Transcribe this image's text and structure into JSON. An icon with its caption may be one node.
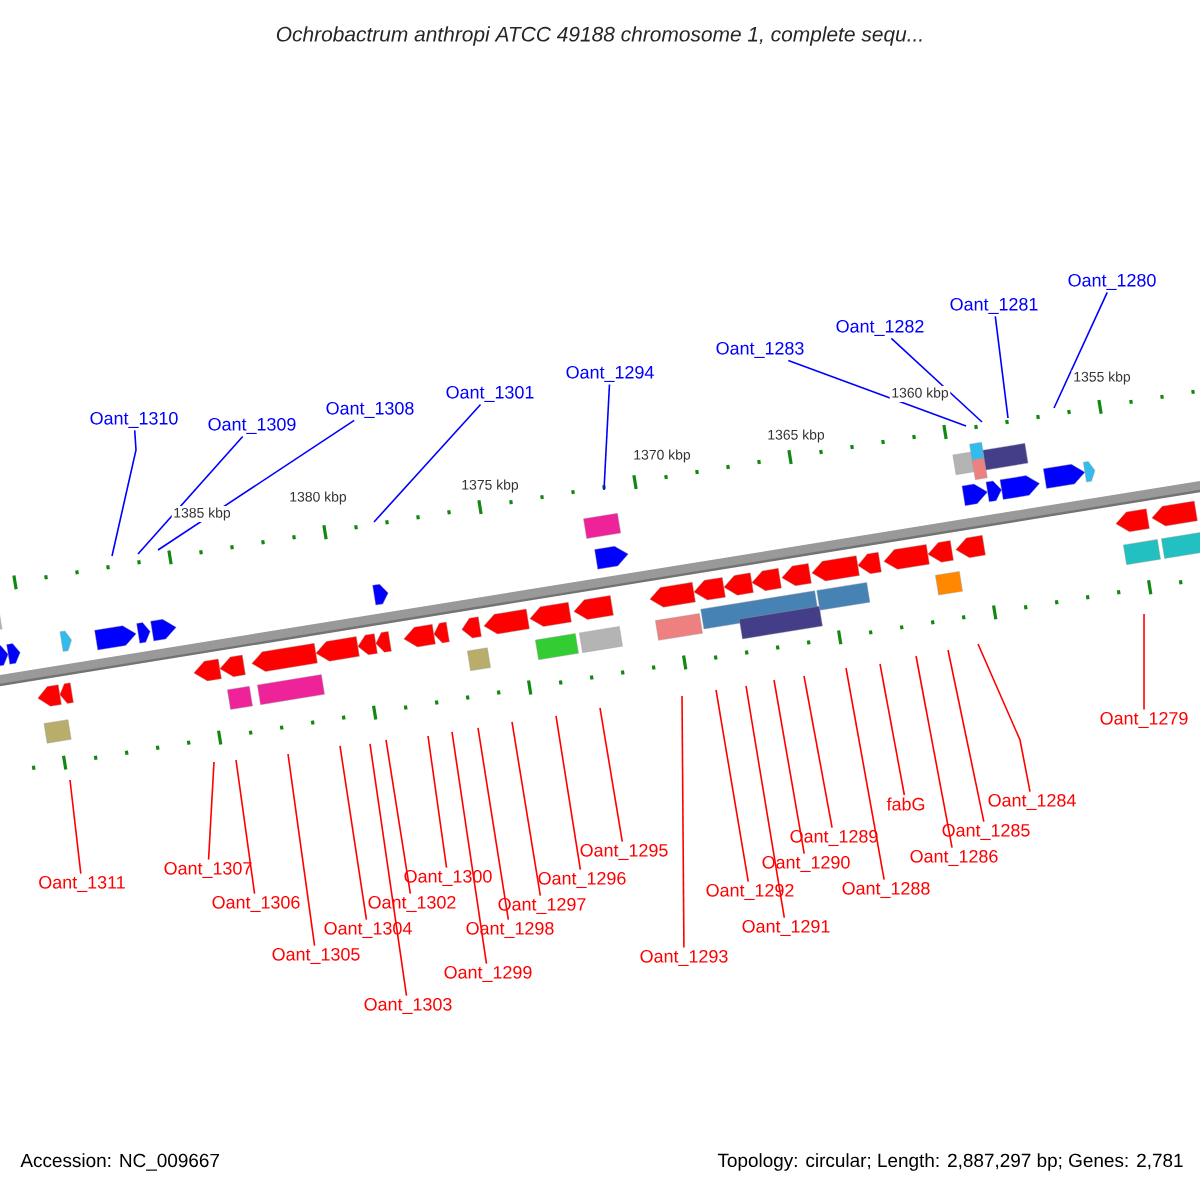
{
  "diagram": {
    "title": "Ochrobactrum anthropi ATCC 49188 chromosome 1, complete sequ...",
    "nodes": [
      {
        "text": [
          "Oant_1310"
        ]
      },
      {
        "text": [
          "Oant_1309"
        ]
      },
      {
        "text": [
          "Oant_1308"
        ]
      },
      {
        "text": [
          "Oant_1301"
        ]
      },
      {
        "text": [
          "Oant_1294"
        ]
      },
      {
        "text": [
          "Oant_1283"
        ]
      },
      {
        "text": [
          "Oant_1282"
        ]
      },
      {
        "text": [
          "Oant_1281"
        ]
      },
      {
        "text": [
          "Oant_1280"
        ]
      },
      {
        "text": [
          "Oant_1311"
        ]
      },
      {
        "text": [
          "Oant_1307"
        ]
      },
      {
        "text": [
          "Oant_1306"
        ]
      },
      {
        "text": [
          "Oant_1305"
        ]
      },
      {
        "text": [
          "Oant_1304"
        ]
      },
      {
        "text": [
          "Oant_1303"
        ]
      },
      {
        "text": [
          "Oant_1302"
        ]
      },
      {
        "text": [
          "Oant_1300"
        ]
      },
      {
        "text": [
          "Oant_1299"
        ]
      },
      {
        "text": [
          "Oant_1298"
        ]
      },
      {
        "text": [
          "Oant_1297"
        ]
      },
      {
        "text": [
          "Oant_1296"
        ]
      },
      {
        "text": [
          "Oant_1295"
        ]
      },
      {
        "text": [
          "Oant_1293"
        ]
      },
      {
        "text": [
          "Oant_1292"
        ]
      },
      {
        "text": [
          "Oant_1291"
        ]
      },
      {
        "text": [
          "Oant_1290"
        ]
      },
      {
        "text": [
          "Oant_1289"
        ]
      },
      {
        "text": [
          "Oant_1288"
        ]
      },
      {
        "text": [
          "fabG"
        ]
      },
      {
        "text": [
          "Oant_1286"
        ]
      },
      {
        "text": [
          "Oant_1285"
        ]
      },
      {
        "text": [
          "Oant_1284"
        ]
      },
      {
        "text": [
          "Oant_1279"
        ]
      }
    ],
    "edges": [
      {
        "from": 0,
        "to": null,
        "arrow": "none",
        "color": "#0000ff"
      },
      {
        "from": 1,
        "to": null,
        "arrow": "none",
        "color": "#0000ff"
      },
      {
        "from": 2,
        "to": null,
        "arrow": "none",
        "color": "#0000ff"
      },
      {
        "from": 3,
        "to": null,
        "arrow": "none",
        "color": "#0000ff"
      },
      {
        "from": 4,
        "to": null,
        "arrow": "none",
        "color": "#0000ff"
      },
      {
        "from": 5,
        "to": null,
        "arrow": "none",
        "color": "#0000ff"
      },
      {
        "from": 6,
        "to": null,
        "arrow": "none",
        "color": "#0000ff"
      },
      {
        "from": 7,
        "to": null,
        "arrow": "none",
        "color": "#0000ff"
      },
      {
        "from": 8,
        "to": null,
        "arrow": "none",
        "color": "#0000ff"
      },
      {
        "from": 9,
        "to": null,
        "arrow": "none"
      },
      {
        "from": 10,
        "to": null,
        "arrow": "none"
      },
      {
        "from": 11,
        "to": null,
        "arrow": "none"
      },
      {
        "from": 12,
        "to": null,
        "arrow": "none"
      },
      {
        "from": 13,
        "to": null,
        "arrow": "none"
      },
      {
        "from": 14,
        "to": null,
        "arrow": "none"
      },
      {
        "from": 15,
        "to": null,
        "arrow": "none"
      },
      {
        "from": 16,
        "to": null,
        "arrow": "none"
      },
      {
        "from": 17,
        "to": null,
        "arrow": "none"
      },
      {
        "from": 18,
        "to": null,
        "arrow": "none"
      },
      {
        "from": 19,
        "to": null,
        "arrow": "none"
      },
      {
        "from": 20,
        "to": null,
        "arrow": "none"
      },
      {
        "from": 21,
        "to": null,
        "arrow": "none"
      },
      {
        "from": 22,
        "to": null,
        "arrow": "none"
      },
      {
        "from": 23,
        "to": null,
        "arrow": "none"
      },
      {
        "from": 24,
        "to": null,
        "arrow": "none"
      },
      {
        "from": 25,
        "to": null,
        "arrow": "none"
      },
      {
        "from": 26,
        "to": null,
        "arrow": "none"
      },
      {
        "from": 27,
        "to": null,
        "arrow": "none"
      },
      {
        "from": 28,
        "to": null,
        "arrow": "none"
      },
      {
        "from": 29,
        "to": null,
        "arrow": "none"
      },
      {
        "from": 30,
        "to": null,
        "arrow": "none"
      },
      {
        "from": 31,
        "to": null,
        "arrow": "none"
      },
      {
        "from": 32,
        "to": null,
        "arrow": "none"
      }
    ],
    "labels": [
      "1385 kbp",
      "1380 kbp",
      "1375 kbp",
      "1370 kbp",
      "1365 kbp",
      "1360 kbp",
      "1355 kbp",
      "Accession: NC_009667",
      "Topology: circular; Length: 2,887,297 bp; Genes: 2,781"
    ]
  }
}
